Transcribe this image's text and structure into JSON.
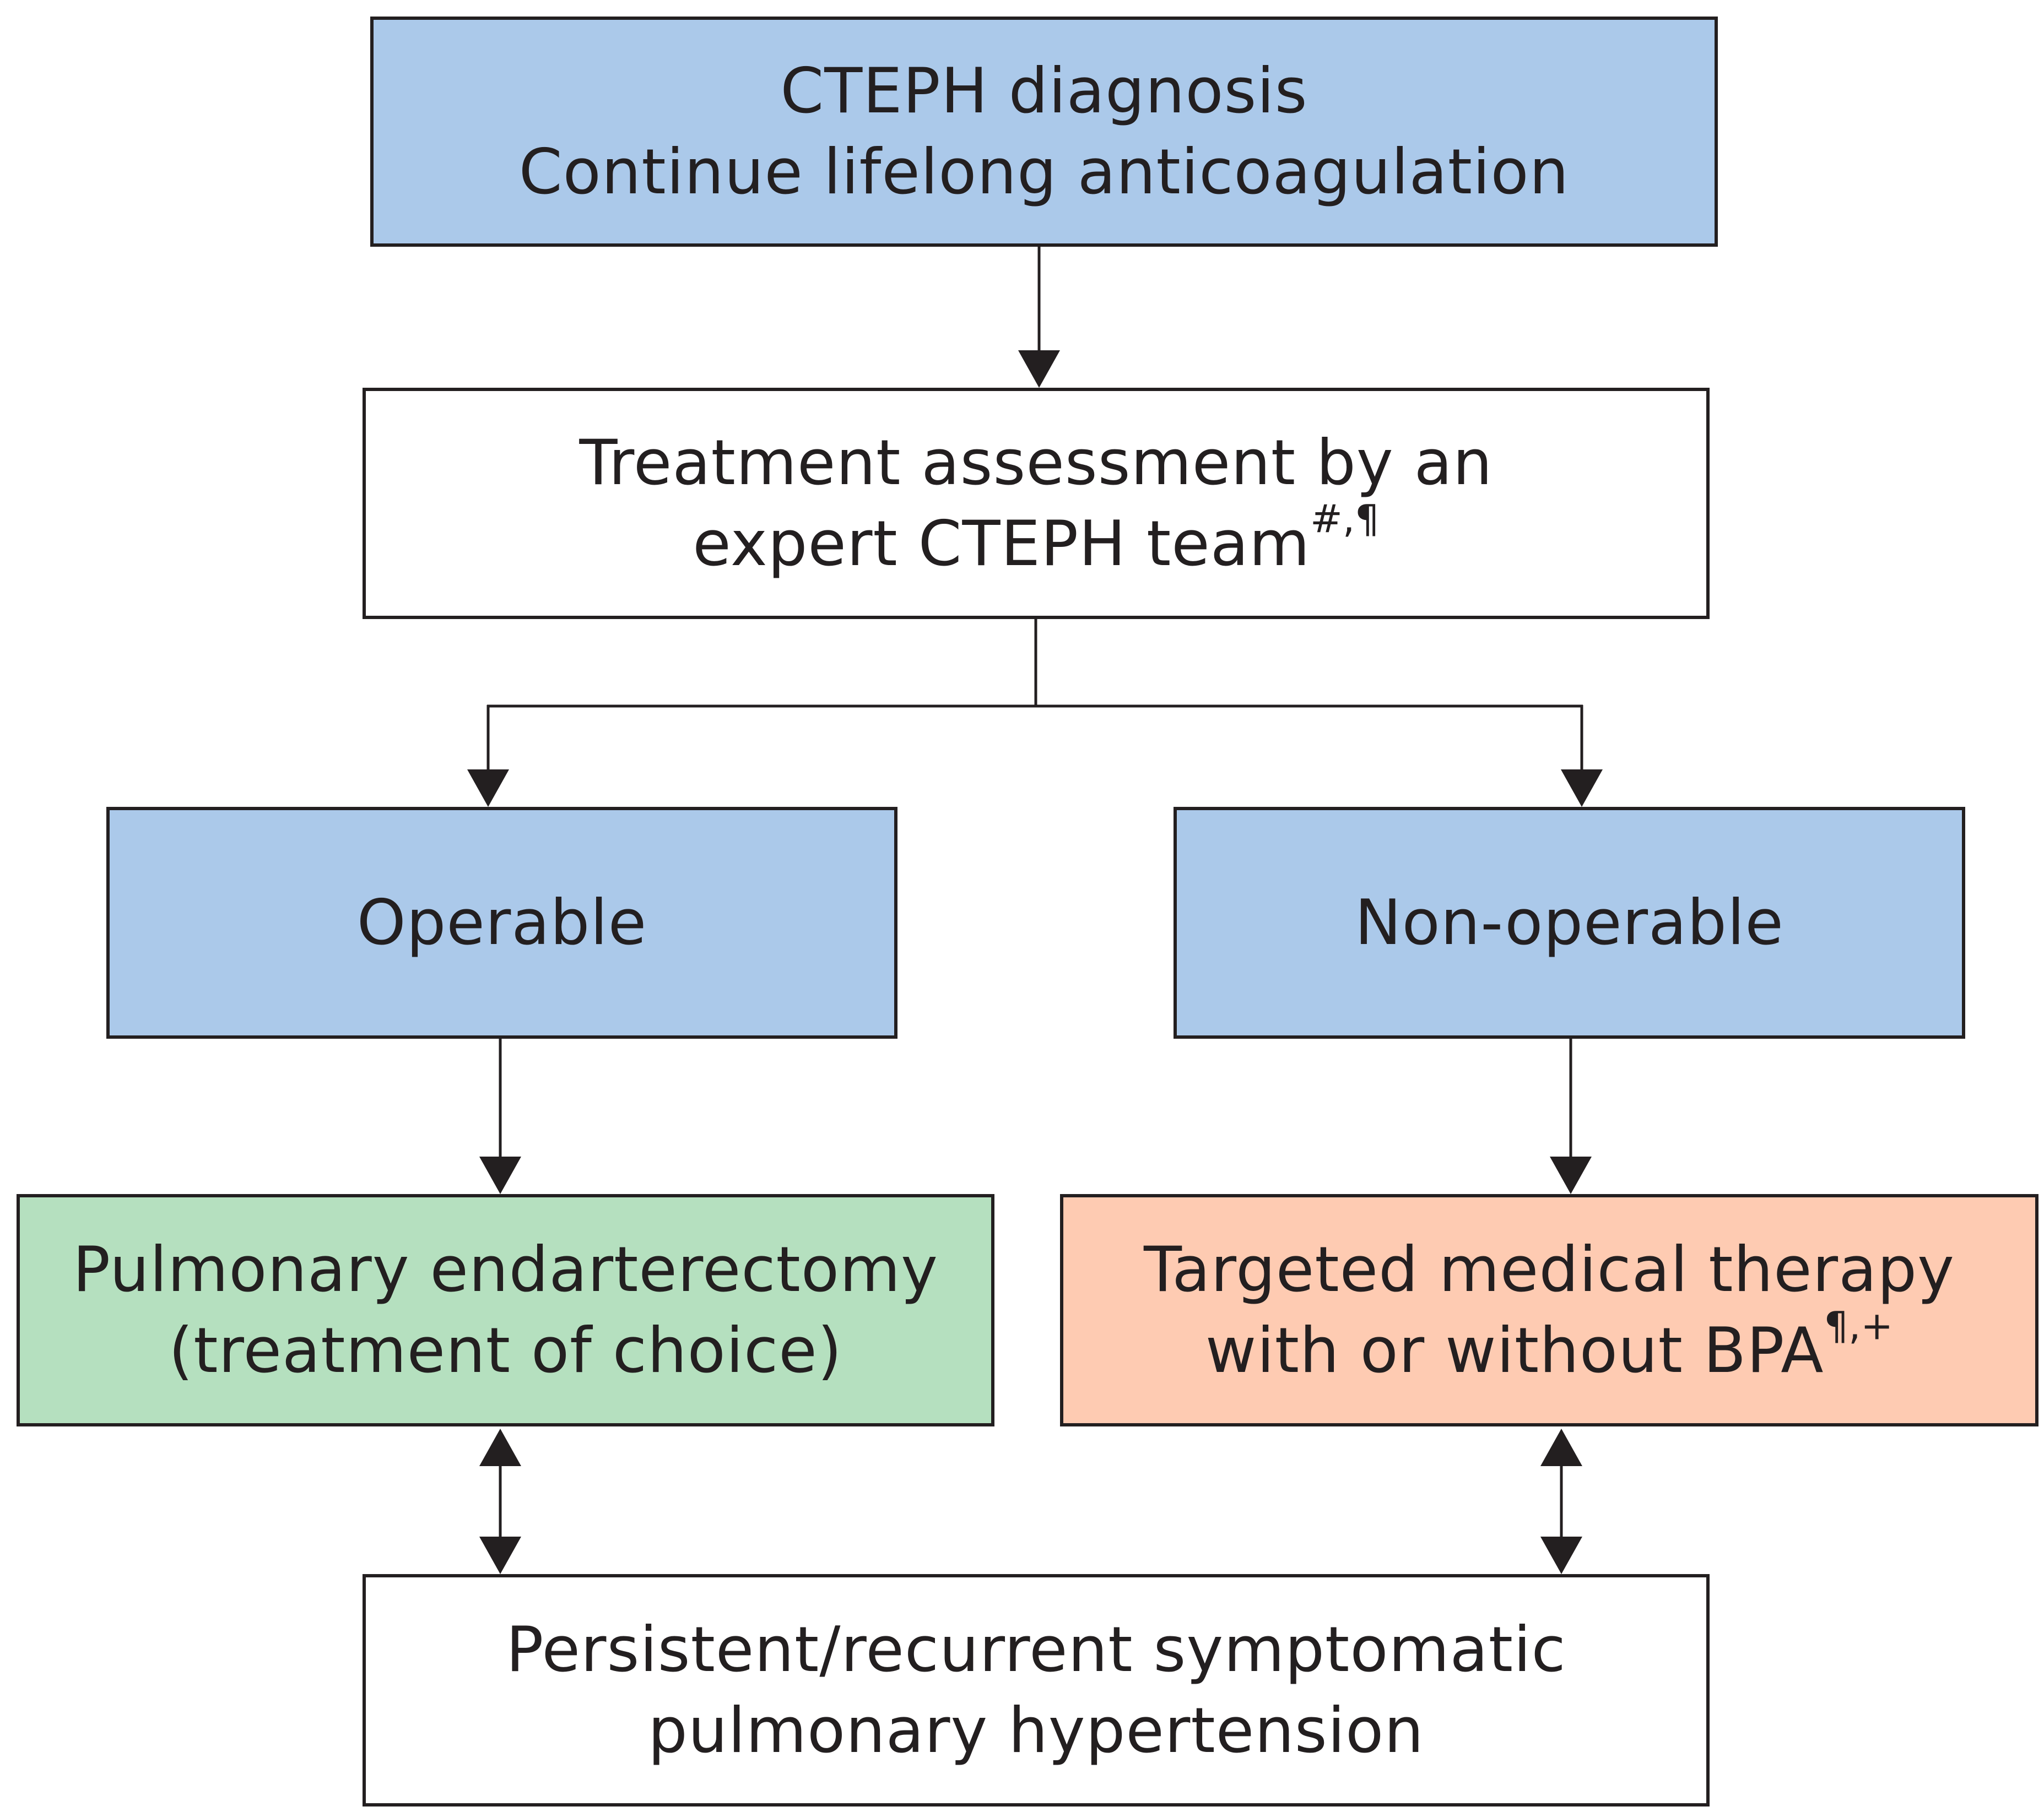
{
  "nodes": {
    "diagnosis": {
      "lines": [
        "CTEPH diagnosis",
        "Continue lifelong anticoagulation"
      ],
      "fill": "#abc9ea"
    },
    "assessment": {
      "line1": "Treatment assessment by an",
      "line2": "expert CTEPH team",
      "line2_sup": "#,¶",
      "fill": "#ffffff"
    },
    "operable": {
      "label": "Operable",
      "fill": "#abc9ea"
    },
    "non_operable": {
      "label": "Non-operable",
      "fill": "#abc9ea"
    },
    "pea": {
      "lines": [
        "Pulmonary endarterectomy",
        "(treatment of choice)"
      ],
      "fill": "#b5e0bf"
    },
    "medical": {
      "line1": "Targeted medical therapy",
      "line2": "with or without BPA",
      "line2_sup": "¶,+",
      "fill": "#fecbb2"
    },
    "persistent": {
      "lines": [
        "Persistent/recurrent symptomatic",
        "pulmonary hypertension"
      ],
      "fill": "#ffffff"
    }
  },
  "edges": [
    {
      "from": "diagnosis",
      "to": "assessment",
      "direction": "forward"
    },
    {
      "from": "assessment",
      "to": "operable",
      "direction": "forward"
    },
    {
      "from": "assessment",
      "to": "non_operable",
      "direction": "forward"
    },
    {
      "from": "operable",
      "to": "pea",
      "direction": "forward"
    },
    {
      "from": "non_operable",
      "to": "medical",
      "direction": "forward"
    },
    {
      "from": "pea",
      "to": "persistent",
      "direction": "both"
    },
    {
      "from": "medical",
      "to": "persistent",
      "direction": "both"
    }
  ],
  "colors": {
    "line": "#231f20"
  }
}
